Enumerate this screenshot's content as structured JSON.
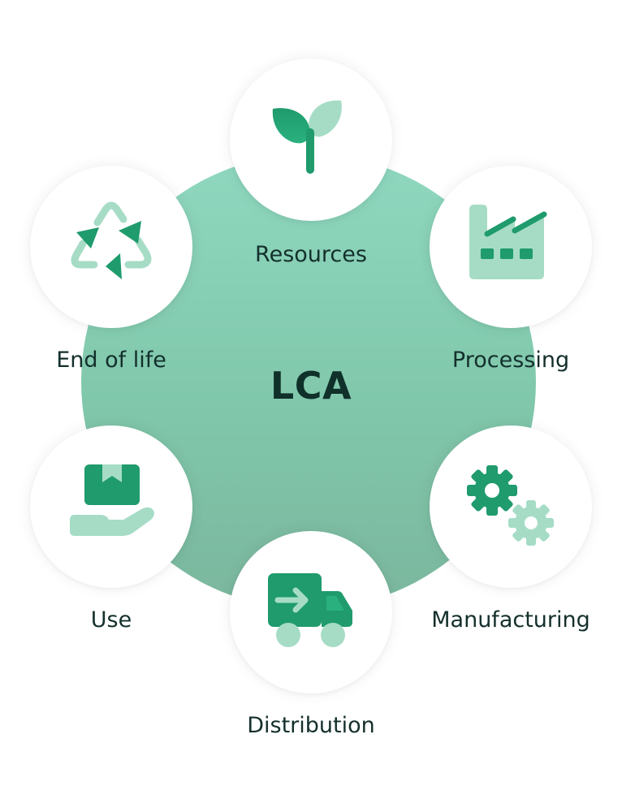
{
  "center": {
    "label": "LCA"
  },
  "stages": [
    {
      "id": "resources",
      "label": "Resources",
      "icon": "sprout-icon"
    },
    {
      "id": "processing",
      "label": "Processing",
      "icon": "factory-icon"
    },
    {
      "id": "manufacturing",
      "label": "Manufacturing",
      "icon": "gears-icon"
    },
    {
      "id": "distribution",
      "label": "Distribution",
      "icon": "delivery-truck-icon"
    },
    {
      "id": "use",
      "label": "Use",
      "icon": "hand-package-icon"
    },
    {
      "id": "end-of-life",
      "label": "End of life",
      "icon": "recycle-icon"
    }
  ],
  "colors": {
    "hub": "#84cdb2",
    "icon_dark": "#1f9b6d",
    "icon_light": "#a6dcc6",
    "text": "#14302c",
    "node_bg": "#ffffff"
  }
}
